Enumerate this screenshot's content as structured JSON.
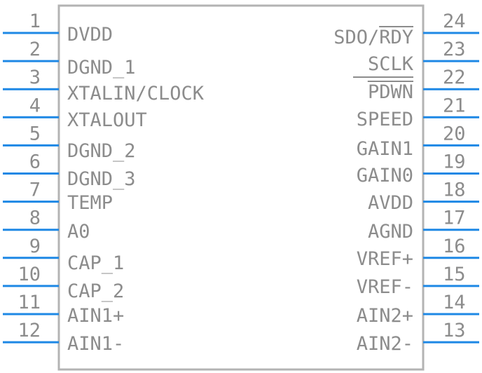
{
  "colors": {
    "pin": "#1e88e5",
    "body": "#b3b3b3",
    "text": "#8c8c8c"
  },
  "left_pins": [
    {
      "num": "1",
      "label": "DVDD"
    },
    {
      "num": "2",
      "label": "DGND_1"
    },
    {
      "num": "3",
      "label": "XTALIN/CLOCK"
    },
    {
      "num": "4",
      "label": "XTALOUT"
    },
    {
      "num": "5",
      "label": "DGND_2"
    },
    {
      "num": "6",
      "label": "DGND_3"
    },
    {
      "num": "7",
      "label": "TEMP"
    },
    {
      "num": "8",
      "label": "A0"
    },
    {
      "num": "9",
      "label": "CAP_1"
    },
    {
      "num": "10",
      "label": "CAP_2"
    },
    {
      "num": "11",
      "label": "AIN1+"
    },
    {
      "num": "12",
      "label": "AIN1-"
    }
  ],
  "right_pins": [
    {
      "num": "24",
      "label": "SDO/RDY",
      "overbar": "RDY"
    },
    {
      "num": "23",
      "label": "SCLK"
    },
    {
      "num": "22",
      "label": "PDWN",
      "overbar": "PDWN"
    },
    {
      "num": "21",
      "label": "SPEED"
    },
    {
      "num": "20",
      "label": "GAIN1"
    },
    {
      "num": "19",
      "label": "GAIN0"
    },
    {
      "num": "18",
      "label": "AVDD"
    },
    {
      "num": "17",
      "label": "AGND"
    },
    {
      "num": "16",
      "label": "VREF+"
    },
    {
      "num": "15",
      "label": "VREF-"
    },
    {
      "num": "14",
      "label": "AIN2+"
    },
    {
      "num": "13",
      "label": "AIN2-"
    }
  ]
}
